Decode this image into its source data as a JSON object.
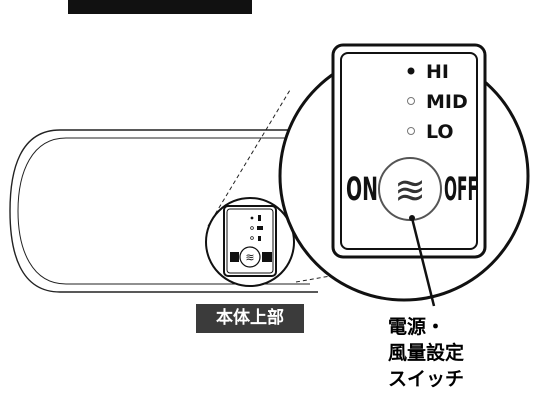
{
  "top_banner": "",
  "body_top_label": "本体上部",
  "panel": {
    "hi": "HI",
    "mid": "MID",
    "lo": "LO",
    "on": "ON",
    "off": "OFF",
    "fan_symbol": "≋"
  },
  "switch_label": {
    "line1": "電源・",
    "line2": "風量設定",
    "line3": "スイッチ"
  }
}
